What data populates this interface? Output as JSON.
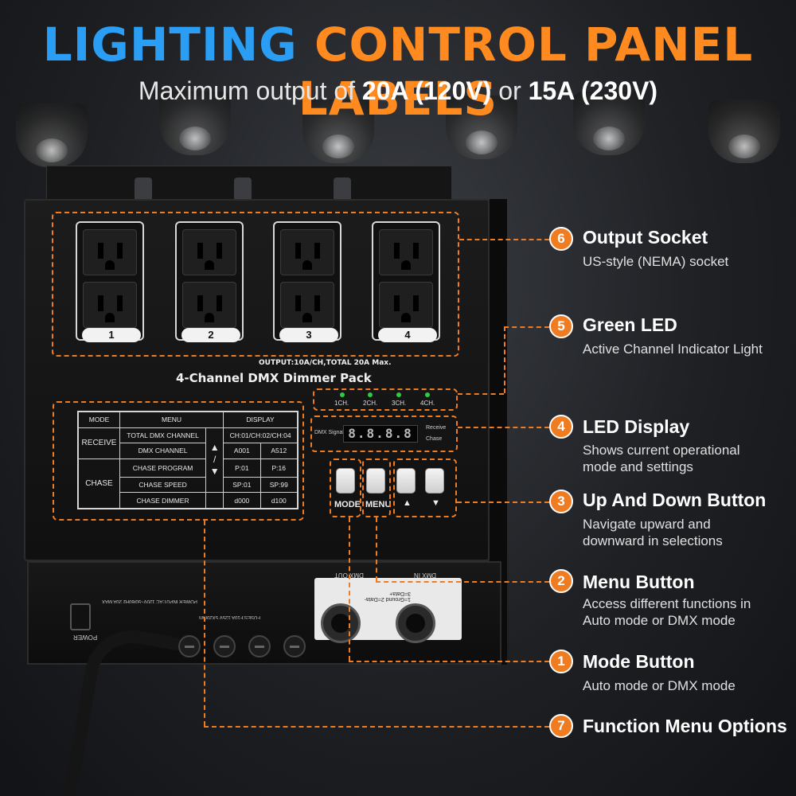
{
  "header": {
    "title_blue": "LIGHTING",
    "title_orange": "CONTROL PANEL LABELS",
    "subtitle_prefix": "Maximum output of",
    "subtitle_value1": "20A (120V)",
    "subtitle_mid": "or",
    "subtitle_value2": "15A (230V)"
  },
  "device": {
    "outlet_numbers": [
      "1",
      "2",
      "3",
      "4"
    ],
    "output_rating": "OUTPUT:10A/CH,TOTAL 20A Max.",
    "product_name": "4-Channel DMX Dimmer Pack",
    "led_labels": [
      "1CH.",
      "2CH.",
      "3CH.",
      "4CH."
    ],
    "dmx_signal_label": "DMX Signal",
    "receive_label": "Receive",
    "chase_label": "Chase",
    "display_value": "8.8.8.8",
    "buttons": {
      "mode": "MODE",
      "menu": "MENU",
      "up": "▲",
      "down": "▼"
    },
    "power_label": "POWER",
    "power_input": "POWER INPUT:AC 120V~50/60Hz 20A MAX",
    "fuses_label": "FUSES:F10A 125V 5X20mm",
    "dmx_out": "DMX OUT",
    "dmx_in": "DMX IN",
    "dmx_pins": "1=Ground 2=Data- 3=Data+"
  },
  "menu_table": {
    "headers": [
      "MODE",
      "MENU",
      "DISPLAY"
    ],
    "modes": [
      "RECEIVE",
      "CHASE"
    ],
    "rows": [
      {
        "menu": "TOTAL DMX CHANNEL",
        "from": "CH:01/CH:02/CH:04",
        "to": ""
      },
      {
        "menu": "DMX CHANNEL",
        "from": "A001",
        "to": "A512"
      },
      {
        "menu": "CHASE PROGRAM",
        "from": "P:01",
        "to": "P:16"
      },
      {
        "menu": "CHASE SPEED",
        "from": "SP:01",
        "to": "SP:99"
      },
      {
        "menu": "CHASE DIMMER",
        "from": "d000",
        "to": "d100"
      }
    ],
    "arrows": [
      "▲",
      "/",
      "▼"
    ]
  },
  "callouts": [
    {
      "num": "6",
      "title": "Output Socket",
      "desc": "US-style (NEMA) socket"
    },
    {
      "num": "5",
      "title": "Green LED",
      "desc": "Active Channel Indicator Light"
    },
    {
      "num": "4",
      "title": "LED Display",
      "desc": "Shows current operational mode and settings"
    },
    {
      "num": "3",
      "title": "Up And Down Button",
      "desc": "Navigate upward and downward in selections"
    },
    {
      "num": "2",
      "title": "Menu Button",
      "desc": "Access different functions in Auto mode or DMX mode"
    },
    {
      "num": "1",
      "title": "Mode Button",
      "desc": "Auto mode or DMX mode"
    },
    {
      "num": "7",
      "title": "Function Menu Options",
      "desc": ""
    }
  ],
  "colors": {
    "accent_orange": "#f07c22",
    "title_blue": "#2a9df4",
    "led_green": "#2ecc40"
  }
}
